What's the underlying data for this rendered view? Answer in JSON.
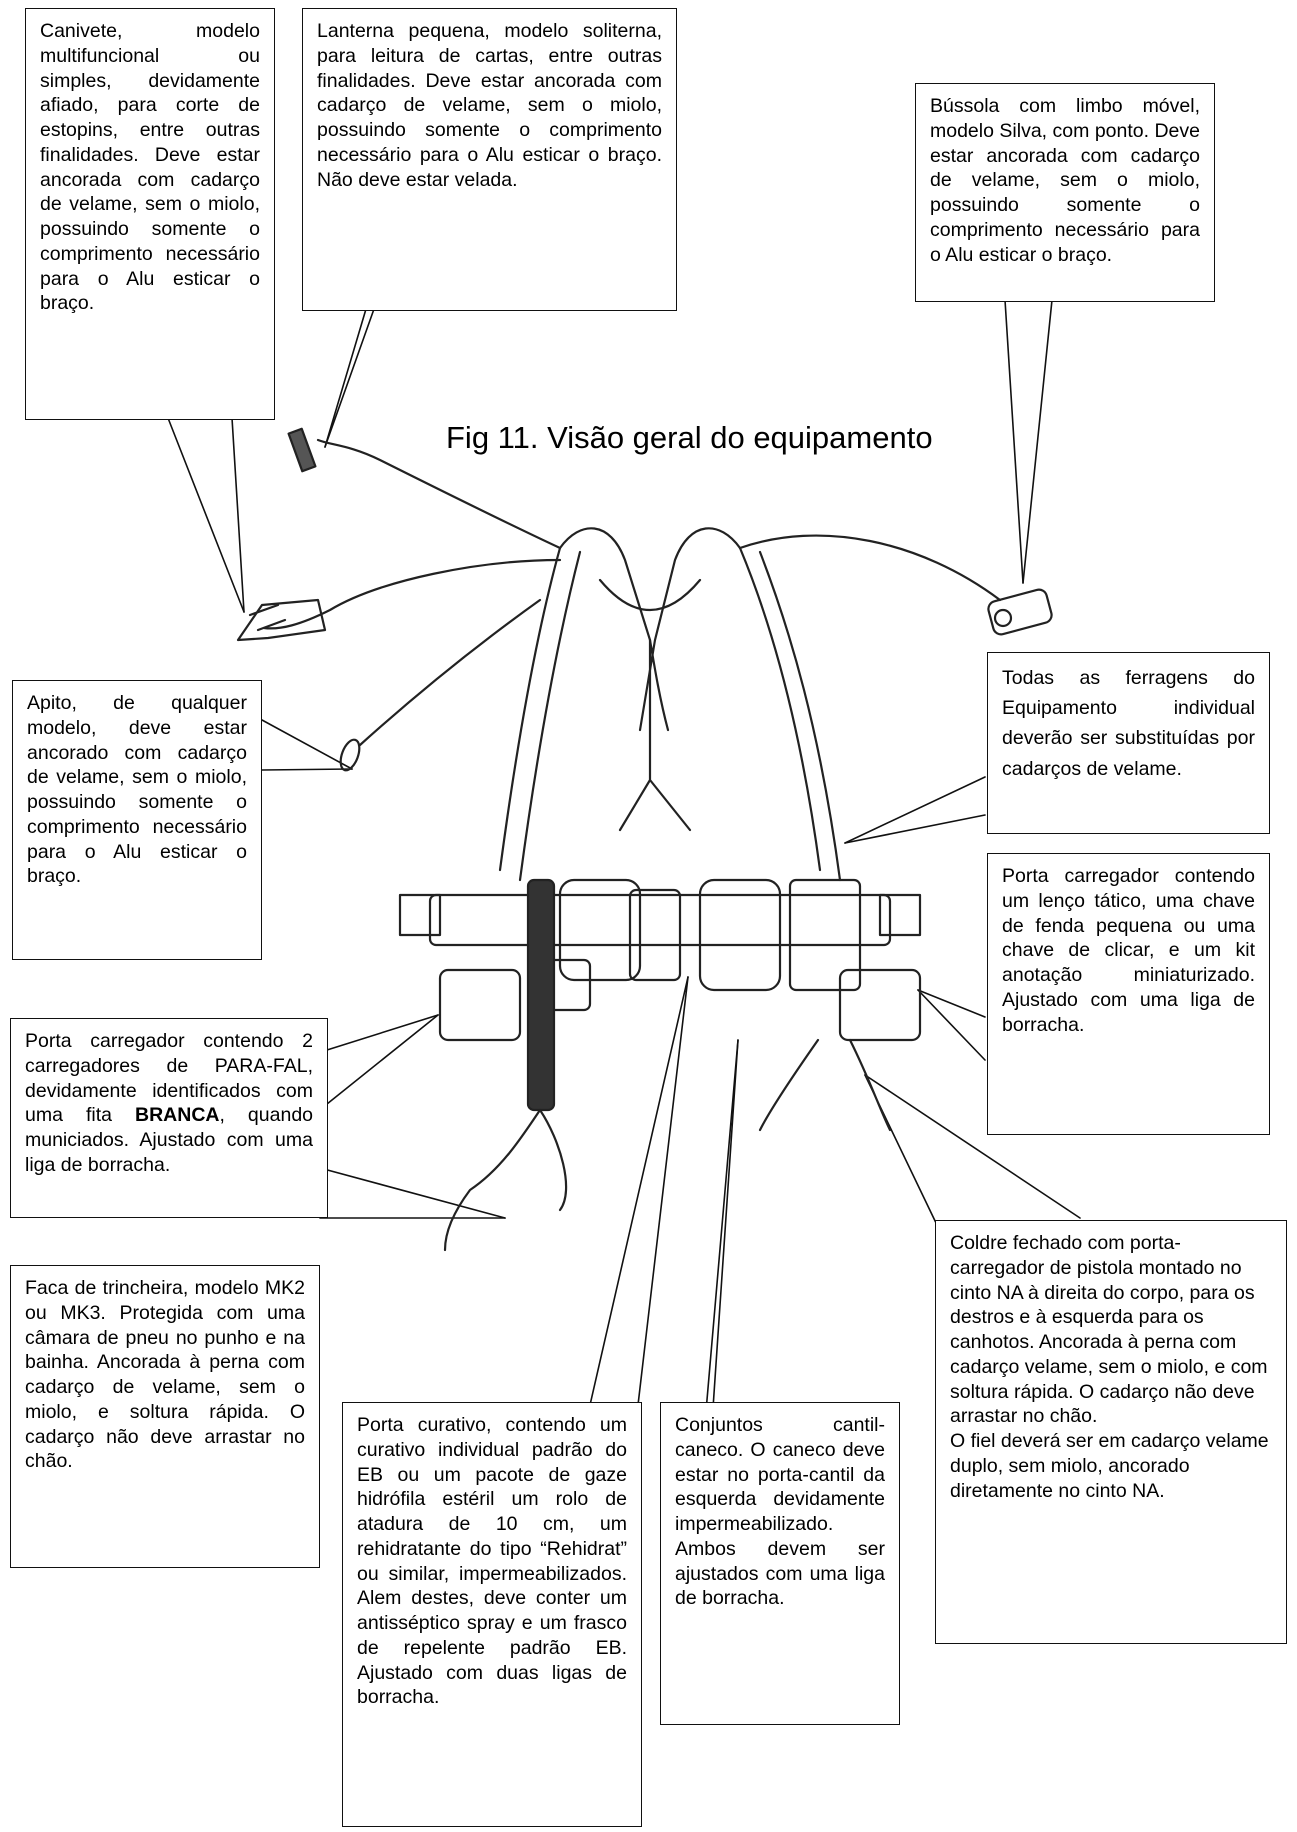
{
  "caption": "Fig 11. Visão geral do equipamento",
  "callouts": {
    "canivete": "Canivete, modelo multifuncional ou simples, devidamente afiado, para corte de estopins, entre outras finalidades. Deve estar ancorada com cadarço de velame, sem o miolo, possuindo somente o comprimento necessário para o Alu esticar o braço.",
    "lanterna": "Lanterna pequena, modelo soliterna, para leitura de cartas, entre outras finalidades. Deve estar ancorada com cadarço de velame, sem o miolo, possuindo somente o comprimento necessário para o Alu esticar o braço. Não deve estar velada.",
    "bussola": "Bússola com limbo móvel, modelo Silva, com ponto. Deve estar ancorada com cadarço de velame, sem o miolo, possuindo somente o comprimento necessário para o Alu esticar o braço.",
    "apito": "Apito, de qualquer modelo, deve estar ancorado com cadarço de velame, sem o miolo, possuindo somente o comprimento necessário para o Alu esticar o braço.",
    "ferragens": "Todas as ferragens do Equipamento individual deverão ser substituídas por cadarços de velame.",
    "porta_lenco": "Porta carregador contendo um lenço tático, uma chave de fenda pequena ou uma chave de clicar, e um kit anotação miniaturizado. Ajustado com uma liga de borracha.",
    "porta_parafal_1": "Porta carregador contendo 2 carregadores de PARA-FAL, devidamente identificados com uma fita",
    "porta_parafal_bold": "BRANCA",
    "porta_parafal_2": ", quando municiados. Ajustado com uma liga de borracha.",
    "faca": "Faca de trincheira, modelo MK2 ou MK3. Protegida com uma câmara de pneu no punho e na bainha. Ancorada à perna com cadarço de velame, sem o miolo, e soltura rápida. O cadarço não deve arrastar no chão.",
    "curativo": "Porta curativo, contendo um curativo individual padrão do EB ou um pacote de gaze hidrófila estéril um rolo de atadura de 10 cm, um rehidratante do tipo “Rehidrat” ou similar, impermeabilizados. Alem destes, deve conter um antisséptico spray e um frasco de repelente padrão EB. Ajustado com duas ligas de borracha.",
    "cantil": "Conjuntos cantil-caneco. O caneco deve estar no porta-cantil da esquerda devidamente impermeabilizado. Ambos devem ser ajustados com uma liga de borracha.",
    "coldre": "Coldre fechado com porta-carregador de pistola montado no cinto NA à direita do corpo, para os destros e à esquerda para os canhotos. Ancorada à perna com cadarço velame, sem o miolo, e com soltura rápida. O cadarço não deve arrastar no chão.",
    "coldre_2": "O fiel deverá ser em cadarço velame duplo, sem miolo, ancorado diretamente no cinto NA."
  }
}
